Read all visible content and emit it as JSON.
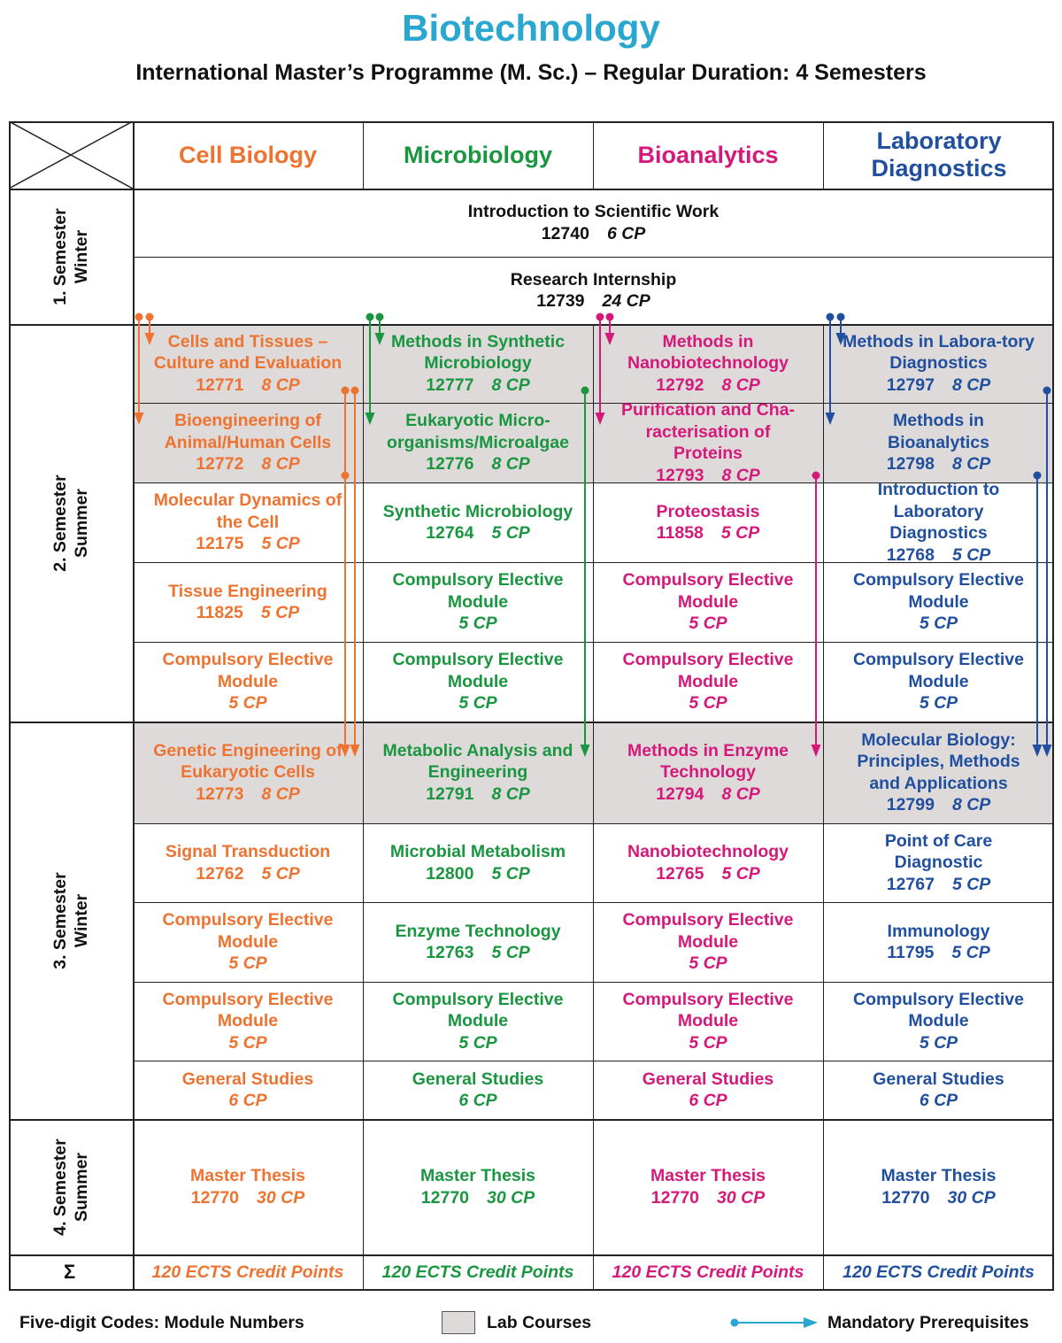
{
  "title": "Biotechnology",
  "subtitle": "International Master’s Programme (M. Sc.) – Regular Duration: 4 Semesters",
  "columns": [
    {
      "name": "Cell Biology",
      "color": "#ee7330"
    },
    {
      "name": "Microbiology",
      "color": "#1a9640"
    },
    {
      "name": "Bioanalytics",
      "color": "#d4197a"
    },
    {
      "name": "Laboratory Diagnostics",
      "color": "#1f4f9e"
    }
  ],
  "semesters": {
    "s1": "1. Semester Winter",
    "s2": "2. Semester Summer",
    "s3": "3. Semester Winter",
    "s4": "4. Semester Summer",
    "sum": "Σ"
  },
  "semester1": {
    "intro": {
      "name": "Introduction to Scientific Work",
      "code": "12740",
      "cp": "6 CP"
    },
    "internship": {
      "name": "Research Internship",
      "code": "12739",
      "cp": "24 CP"
    }
  },
  "modules": {
    "cell": [
      {
        "name": "Cells and Tissues – Culture and Evaluation",
        "code": "12771",
        "cp": "8 CP"
      },
      {
        "name": "Bioengineering of Animal/Human Cells",
        "code": "12772",
        "cp": "8 CP"
      },
      {
        "name": "Molecular Dynamics of the Cell",
        "code": "12175",
        "cp": "5 CP"
      },
      {
        "name": "Tissue Engineering",
        "code": "11825",
        "cp": "5 CP"
      },
      {
        "name": "Compulsory Elective Module",
        "code": "",
        "cp": "5 CP"
      },
      {
        "name": "Genetic Engineering of Eukaryotic Cells",
        "code": "12773",
        "cp": "8 CP"
      },
      {
        "name": "Signal Transduction",
        "code": "12762",
        "cp": "5 CP"
      },
      {
        "name": "Compulsory Elective Module",
        "code": "",
        "cp": "5 CP"
      },
      {
        "name": "Compulsory Elective Module",
        "code": "",
        "cp": "5 CP"
      },
      {
        "name": "General Studies",
        "code": "",
        "cp": "6 CP"
      },
      {
        "name": "Master Thesis",
        "code": "12770",
        "cp": "30 CP"
      }
    ],
    "micro": [
      {
        "name": "Methods in Synthetic Microbiology",
        "code": "12777",
        "cp": "8 CP"
      },
      {
        "name": "Eukaryotic Micro-organisms/Microalgae",
        "code": "12776",
        "cp": "8 CP"
      },
      {
        "name": "Synthetic Microbiology",
        "code": "12764",
        "cp": "5 CP"
      },
      {
        "name": "Compulsory Elective Module",
        "code": "",
        "cp": "5 CP"
      },
      {
        "name": "Compulsory Elective Module",
        "code": "",
        "cp": "5 CP"
      },
      {
        "name": "Metabolic Analysis and Engineering",
        "code": "12791",
        "cp": "8 CP"
      },
      {
        "name": "Microbial Metabolism",
        "code": "12800",
        "cp": "5 CP"
      },
      {
        "name": "Enzyme Technology",
        "code": "12763",
        "cp": "5 CP"
      },
      {
        "name": "Compulsory Elective Module",
        "code": "",
        "cp": "5 CP"
      },
      {
        "name": "General Studies",
        "code": "",
        "cp": "6 CP"
      },
      {
        "name": "Master Thesis",
        "code": "12770",
        "cp": "30 CP"
      }
    ],
    "bio": [
      {
        "name": "Methods in Nanobiotechnology",
        "code": "12792",
        "cp": "8 CP"
      },
      {
        "name": "Purification and Cha-racterisation of Proteins",
        "code": "12793",
        "cp": "8 CP"
      },
      {
        "name": "Proteostasis",
        "code": "11858",
        "cp": "5 CP"
      },
      {
        "name": "Compulsory Elective Module",
        "code": "",
        "cp": "5 CP"
      },
      {
        "name": "Compulsory Elective Module",
        "code": "",
        "cp": "5 CP"
      },
      {
        "name": "Methods in Enzyme Technology",
        "code": "12794",
        "cp": "8 CP"
      },
      {
        "name": "Nanobiotechnology",
        "code": "12765",
        "cp": "5 CP"
      },
      {
        "name": "Compulsory Elective Module",
        "code": "",
        "cp": "5 CP"
      },
      {
        "name": "Compulsory Elective Module",
        "code": "",
        "cp": "5 CP"
      },
      {
        "name": "General Studies",
        "code": "",
        "cp": "6 CP"
      },
      {
        "name": "Master Thesis",
        "code": "12770",
        "cp": "30 CP"
      }
    ],
    "lab": [
      {
        "name": "Methods in Labora-tory Diagnostics",
        "code": "12797",
        "cp": "8 CP"
      },
      {
        "name": "Methods in Bioanalytics",
        "code": "12798",
        "cp": "8 CP"
      },
      {
        "name": "Introduction to Laboratory Diagnostics",
        "code": "12768",
        "cp": "5 CP"
      },
      {
        "name": "Compulsory Elective Module",
        "code": "",
        "cp": "5 CP"
      },
      {
        "name": "Compulsory Elective Module",
        "code": "",
        "cp": "5 CP"
      },
      {
        "name": "Molecular Biology: Principles, Methods and Applications",
        "code": "12799",
        "cp": "8 CP"
      },
      {
        "name": "Point of Care Diagnostic",
        "code": "12767",
        "cp": "5 CP"
      },
      {
        "name": "Immunology",
        "code": "11795",
        "cp": "5 CP"
      },
      {
        "name": "Compulsory Elective Module",
        "code": "",
        "cp": "5 CP"
      },
      {
        "name": "General Studies",
        "code": "",
        "cp": "6 CP"
      },
      {
        "name": "Master Thesis",
        "code": "12770",
        "cp": "30 CP"
      }
    ]
  },
  "totals": [
    "120 ECTS Credit Points",
    "120 ECTS Credit Points",
    "120 ECTS Credit Points",
    "120 ECTS Credit Points"
  ],
  "legend": {
    "codes": "Five-digit Codes: Module Numbers",
    "lab": "Lab Courses",
    "prereq": "Mandatory Prerequisites",
    "prereq_color": "#29a7d0",
    "lab_color": "#dedada"
  }
}
